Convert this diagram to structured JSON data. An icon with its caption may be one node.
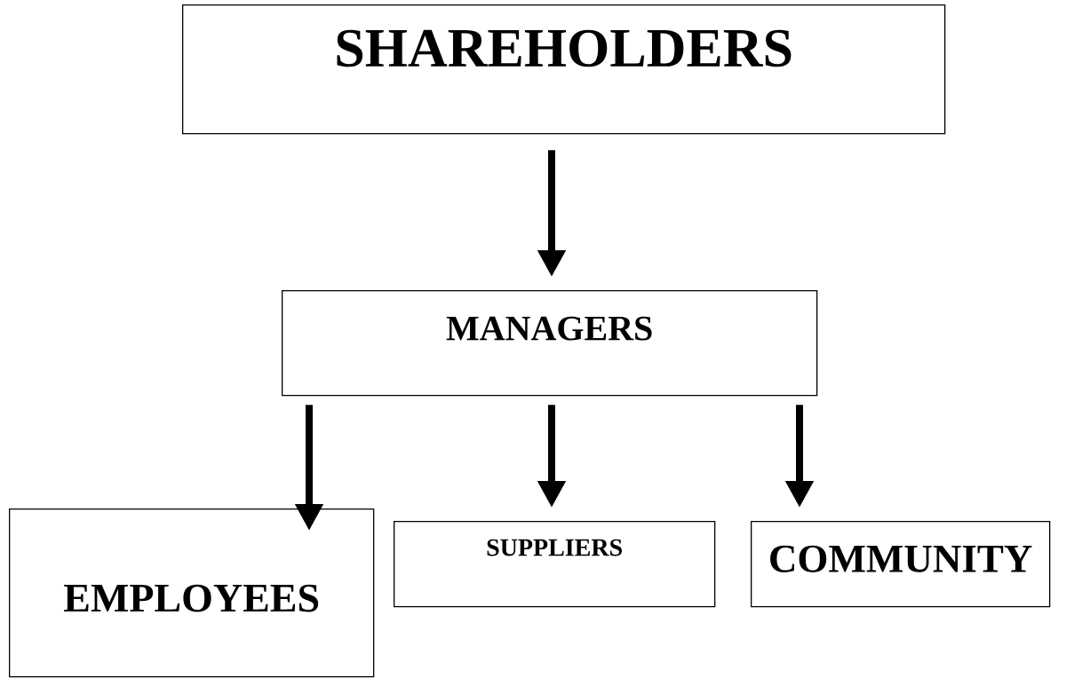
{
  "diagram": {
    "nodes": [
      {
        "text": [
          "SHAREHOLDERS"
        ]
      },
      {
        "text": [
          "MANAGERS"
        ]
      },
      {
        "text": [
          "EMPLOYEES"
        ]
      },
      {
        "text": [
          "SUPPLIERS"
        ]
      },
      {
        "text": [
          "COMMUNITY"
        ]
      }
    ],
    "edges": [
      {
        "from": 0,
        "to": 1,
        "arrow": "to"
      },
      {
        "from": 1,
        "to": 2,
        "arrow": "to"
      },
      {
        "from": 1,
        "to": 3,
        "arrow": "to"
      },
      {
        "from": 1,
        "to": 4,
        "arrow": "to"
      }
    ]
  }
}
